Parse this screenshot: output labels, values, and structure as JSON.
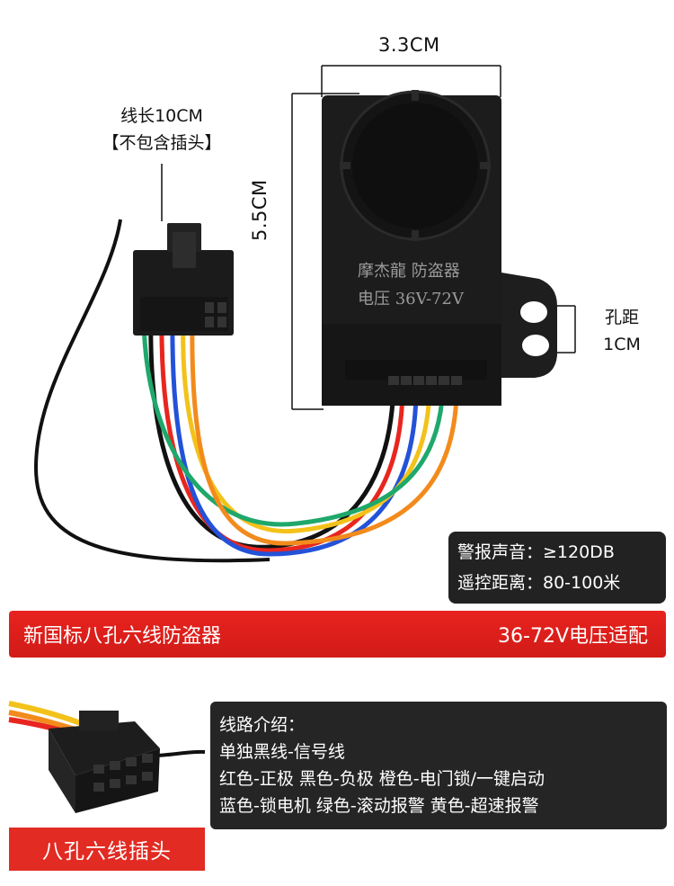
{
  "dimensions": {
    "width_label": "3.3CM",
    "height_label": "5.5CM",
    "cable_length_line1": "线长10CM",
    "cable_length_line2": "【不包含插头】",
    "hole_label_line1": "孔距",
    "hole_label_line2": "1CM"
  },
  "device_print": {
    "line1": "摩杰龍 防盗器",
    "line2": "电压 36V-72V"
  },
  "specs": {
    "alarm_sound": "警报声音：≥120DB",
    "remote_range": "遥控距离：80-100米"
  },
  "banner": {
    "left_text": "新国标八孔六线防盗器",
    "right_text": "36-72V电压适配"
  },
  "wiring_intro": {
    "title": "线路介绍：",
    "line1": "单独黑线-信号线",
    "line2": "红色-正极 黑色-负极 橙色-电门锁/一键启动",
    "line3": "蓝色-锁电机 绿色-滚动报警 黄色-超速报警"
  },
  "plug_banner": {
    "text": "八孔六线插头"
  },
  "colors": {
    "banner_red": "#e22b22",
    "device_black": "#1c1c1c",
    "wire_red": "#e8261f",
    "wire_black": "#111111",
    "wire_orange": "#f28b1c",
    "wire_blue": "#2352d8",
    "wire_green": "#1fa86b",
    "wire_yellow": "#f3c21a"
  }
}
